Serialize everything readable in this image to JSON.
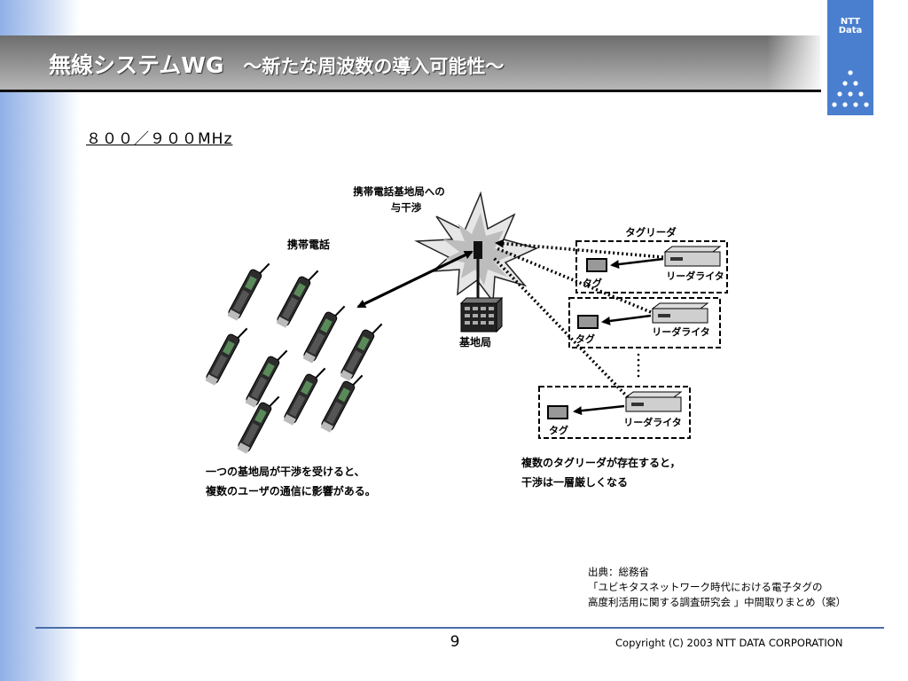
{
  "slide": {
    "title": "無線システムWG",
    "subtitle": "～新たな周波数の導入可能性～",
    "subheading": "８００／９００MHz",
    "page_number": "9",
    "copyright": "Copyright (C) 2003 NTT DATA CORPORATION"
  },
  "logo": {
    "line1": "NTT",
    "line2": "Data"
  },
  "diagram": {
    "interference_label_1": "携帯電話基地局への",
    "interference_label_2": "与干渉",
    "phones_label": "携帯電話",
    "base_station_label": "基地局",
    "tag_reader_label": "タグリーダ",
    "reader_writer_label": "リーダライタ",
    "tag_label": "タグ",
    "caption_left_1": "一つの基地局が干渉を受けると、",
    "caption_left_2": "複数のユーザの通信に影響がある。",
    "caption_right_1": "複数のタグリーダが存在すると，",
    "caption_right_2": "干渉は一層厳しくなる"
  },
  "source": {
    "line1": "出典：総務省",
    "line2": "「ユビキタスネットワーク時代における電子タグの",
    "line3": "高度利活用に関する調査研究会 」中間取りまとめ（案）"
  }
}
